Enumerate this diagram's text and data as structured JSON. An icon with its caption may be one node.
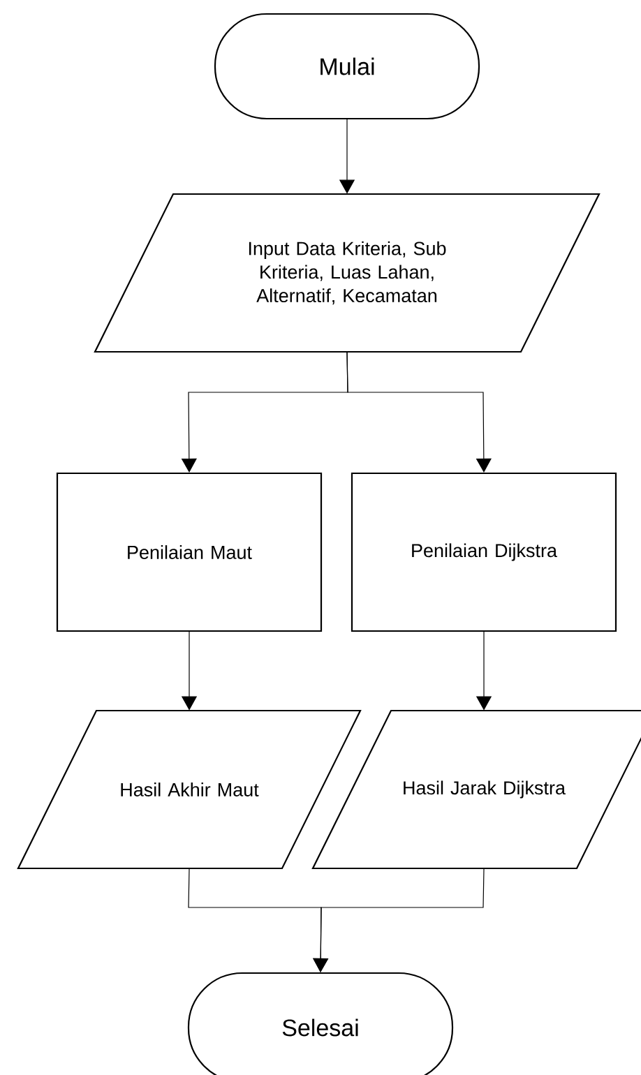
{
  "diagram": {
    "nodes": [
      {
        "text": [
          "Mulai"
        ]
      },
      {
        "text": [
          "Input Data Kriteria, Sub Kriteria, Luas Lahan, Alternatif, Kecamatan"
        ]
      },
      {
        "text": [
          "Penilaian Maut"
        ]
      },
      {
        "text": [
          "Penilaian Dijkstra"
        ]
      },
      {
        "text": [
          "Hasil Akhir Maut"
        ]
      },
      {
        "text": [
          "Hasil Jarak Dijkstra"
        ]
      },
      {
        "text": [
          "Selesai"
        ]
      }
    ],
    "edges": [
      {
        "from": 0,
        "to": 1,
        "arrow": "to"
      },
      {
        "from": 1,
        "to": 2,
        "arrow": "to"
      },
      {
        "from": 1,
        "to": 3,
        "arrow": "to"
      },
      {
        "from": 2,
        "to": 4,
        "arrow": "to"
      },
      {
        "from": 3,
        "to": 5,
        "arrow": "to"
      },
      {
        "from": 4,
        "to": 6,
        "arrow": "to"
      },
      {
        "from": 5,
        "to": 6,
        "arrow": "to"
      }
    ]
  }
}
